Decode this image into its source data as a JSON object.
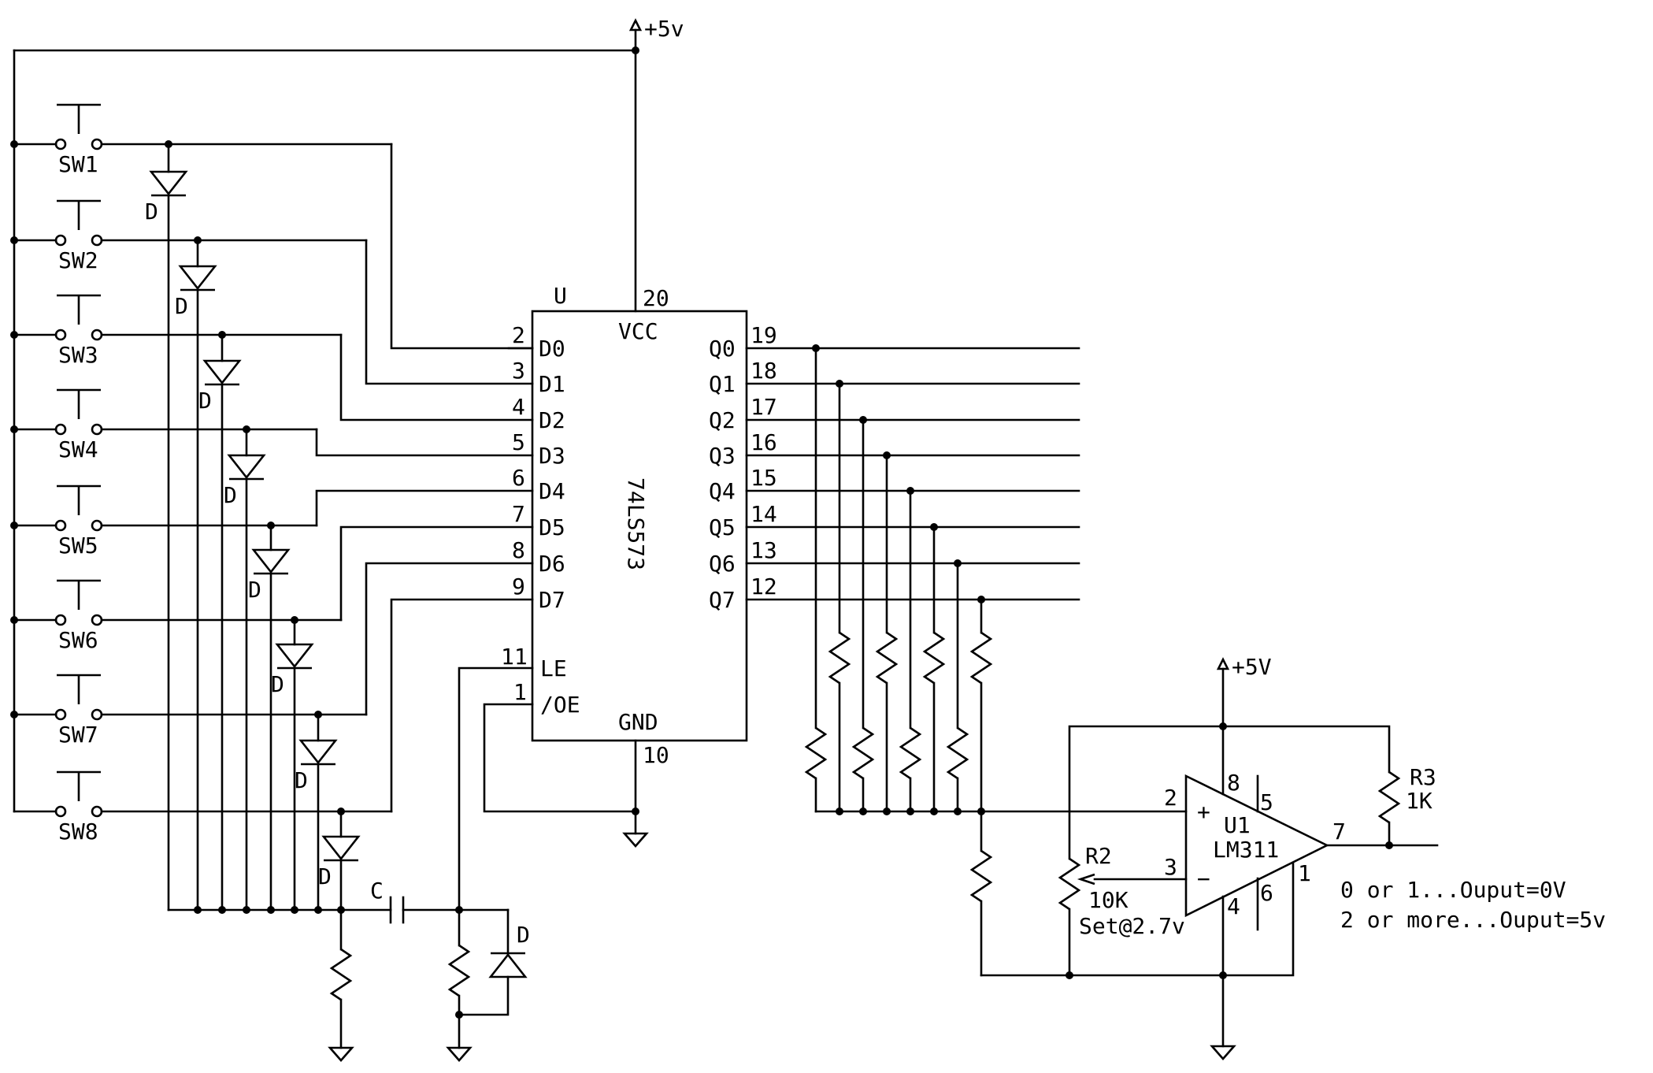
{
  "supply": {
    "top": "+5v",
    "comparator": "+5V"
  },
  "switches": [
    "SW1",
    "SW2",
    "SW3",
    "SW4",
    "SW5",
    "SW6",
    "SW7",
    "SW8"
  ],
  "diode_label": "D",
  "capacitor_label": "C",
  "latch": {
    "ref": "U",
    "part": "74LS573",
    "vcc_label": "VCC",
    "gnd_label": "GND",
    "vcc_pin": "20",
    "gnd_pin": "10",
    "inputs": [
      {
        "pin": "2",
        "name": "D0"
      },
      {
        "pin": "3",
        "name": "D1"
      },
      {
        "pin": "4",
        "name": "D2"
      },
      {
        "pin": "5",
        "name": "D3"
      },
      {
        "pin": "6",
        "name": "D4"
      },
      {
        "pin": "7",
        "name": "D5"
      },
      {
        "pin": "8",
        "name": "D6"
      },
      {
        "pin": "9",
        "name": "D7"
      }
    ],
    "outputs": [
      {
        "pin": "19",
        "name": "Q0"
      },
      {
        "pin": "18",
        "name": "Q1"
      },
      {
        "pin": "17",
        "name": "Q2"
      },
      {
        "pin": "16",
        "name": "Q3"
      },
      {
        "pin": "15",
        "name": "Q4"
      },
      {
        "pin": "14",
        "name": "Q5"
      },
      {
        "pin": "13",
        "name": "Q6"
      },
      {
        "pin": "12",
        "name": "Q7"
      }
    ],
    "le": {
      "pin": "11",
      "name": "LE"
    },
    "oe": {
      "pin": "1",
      "name": "/OE"
    }
  },
  "comparator": {
    "ref": "U1",
    "part": "LM311",
    "plus_sign": "+",
    "minus_sign": "−",
    "pin_plus": "2",
    "pin_minus": "3",
    "pin_out": "7",
    "pin_v_plus": "8",
    "pin_v_minus": "4",
    "pin_5": "5",
    "pin_6": "6",
    "pin_1": "1"
  },
  "r2": {
    "ref": "R2",
    "value": "10K",
    "note": "Set@2.7v"
  },
  "r3": {
    "ref": "R3",
    "value": "1K"
  },
  "notes": [
    "0 or 1...Ouput=0V",
    "2 or more...Ouput=5v"
  ]
}
